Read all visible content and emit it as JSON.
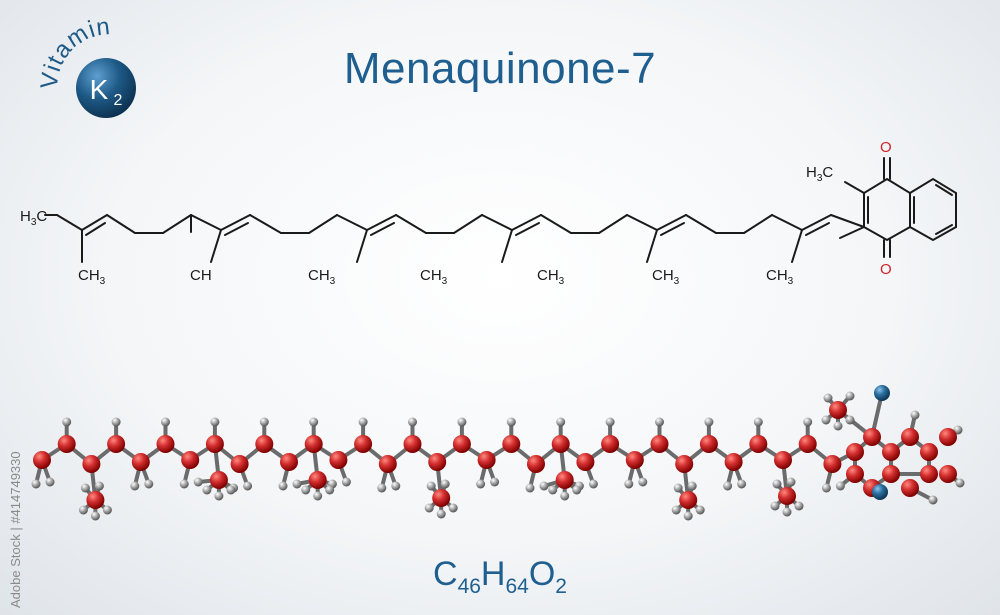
{
  "title": "Menaquinone-7",
  "badge": {
    "arc_text": "Vitamin",
    "symbol": "K",
    "subscript": "2"
  },
  "formula": [
    {
      "el": "C",
      "n": "46"
    },
    {
      "el": "H",
      "n": "64"
    },
    {
      "el": "O",
      "n": "2"
    }
  ],
  "structure_labels": {
    "h3c_terminal": "H3C",
    "h3c_ring": "H3C",
    "ch3": "CH3",
    "ch": "CH",
    "oxygen": "O"
  },
  "watermark": "Adobe Stock | #414749330",
  "colors": {
    "title_blue": "#1f5f8f",
    "badge_blue": "#1e5a87",
    "carbon_red": "#c62828",
    "hydrogen_gray": "#9a9a9a",
    "oxygen_blue": "#1e5a87",
    "oxygen_label_red": "#d0232a"
  }
}
